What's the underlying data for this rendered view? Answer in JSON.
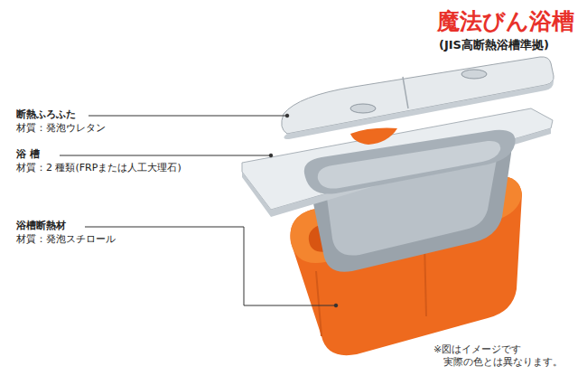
{
  "diagram": {
    "title": "魔法びん浴槽",
    "labels": [
      "(JIS高断熱浴槽準拠)",
      "断熱ふろふた",
      "材質：発泡ウレタン",
      "浴 槽",
      "材質：2 種類(FRPまたは人工大理石)",
      "浴槽断熱材",
      "材質：発泡スチロール",
      "※図はイメージです 実際の色とは異なります。"
    ]
  }
}
